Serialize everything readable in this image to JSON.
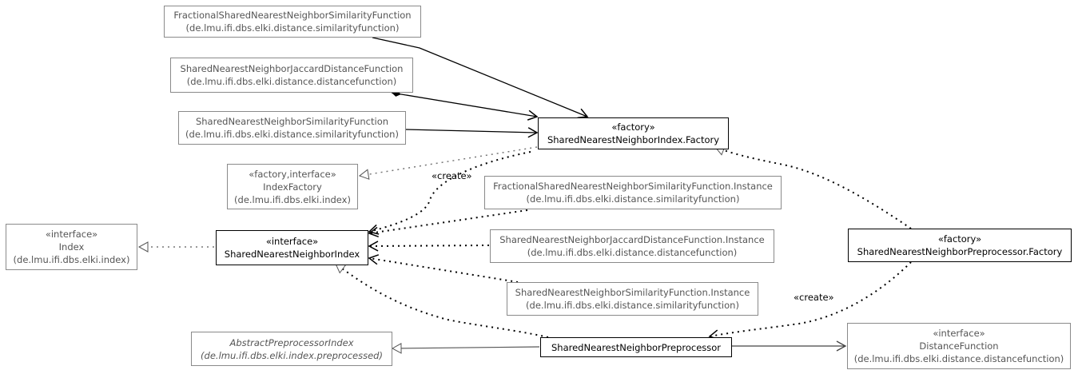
{
  "classes": {
    "fsnn_sim": {
      "name": "FractionalSharedNearestNeighborSimilarityFunction",
      "package": "(de.lmu.ifi.dbs.elki.distance.similarityfunction)"
    },
    "snn_jaccard": {
      "name": "SharedNearestNeighborJaccardDistanceFunction",
      "package": "(de.lmu.ifi.dbs.elki.distance.distancefunction)"
    },
    "snn_sim": {
      "name": "SharedNearestNeighborSimilarityFunction",
      "package": "(de.lmu.ifi.dbs.elki.distance.similarityfunction)"
    },
    "index_factory_main": {
      "stereotype": "«factory»",
      "name": "SharedNearestNeighborIndex.Factory"
    },
    "index_factory_iface": {
      "stereotype": "«factory,interface»",
      "name": "IndexFactory",
      "package": "(de.lmu.ifi.dbs.elki.index)"
    },
    "fsnn_instance": {
      "name": "FractionalSharedNearestNeighborSimilarityFunction.Instance",
      "package": "(de.lmu.ifi.dbs.elki.distance.similarityfunction)"
    },
    "index_iface": {
      "stereotype": "«interface»",
      "name": "Index",
      "package": "(de.lmu.ifi.dbs.elki.index)"
    },
    "snn_index": {
      "stereotype": "«interface»",
      "name": "SharedNearestNeighborIndex"
    },
    "snn_jaccard_instance": {
      "name": "SharedNearestNeighborJaccardDistanceFunction.Instance",
      "package": "(de.lmu.ifi.dbs.elki.distance.distancefunction)"
    },
    "preproc_factory": {
      "stereotype": "«factory»",
      "name": "SharedNearestNeighborPreprocessor.Factory"
    },
    "snn_sim_instance": {
      "name": "SharedNearestNeighborSimilarityFunction.Instance",
      "package": "(de.lmu.ifi.dbs.elki.distance.similarityfunction)"
    },
    "abstract_preproc": {
      "name": "AbstractPreprocessorIndex",
      "package": "(de.lmu.ifi.dbs.elki.index.preprocessed)"
    },
    "snn_preproc": {
      "name": "SharedNearestNeighborPreprocessor"
    },
    "distance_function": {
      "stereotype": "«interface»",
      "name": "DistanceFunction",
      "package": "(de.lmu.ifi.dbs.elki.distance.distancefunction)"
    }
  },
  "edge_labels": {
    "create_1": "«create»",
    "create_2": "«create»"
  }
}
